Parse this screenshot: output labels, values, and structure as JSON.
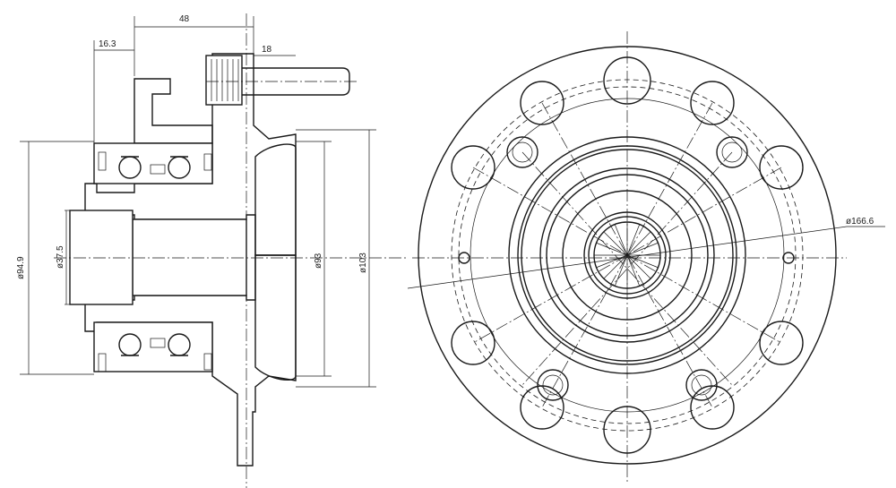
{
  "dimensions": {
    "width_48": "48",
    "width_16_3": "16.3",
    "stud_18": "18",
    "dia_94_9": "ø94.9",
    "dia_37_5": "ø37.5",
    "dia_93": "ø93",
    "dia_103": "ø103",
    "dia_166_6": "ø166.6"
  },
  "colors": {
    "line": "#1a1a1a",
    "background": "#ffffff"
  }
}
